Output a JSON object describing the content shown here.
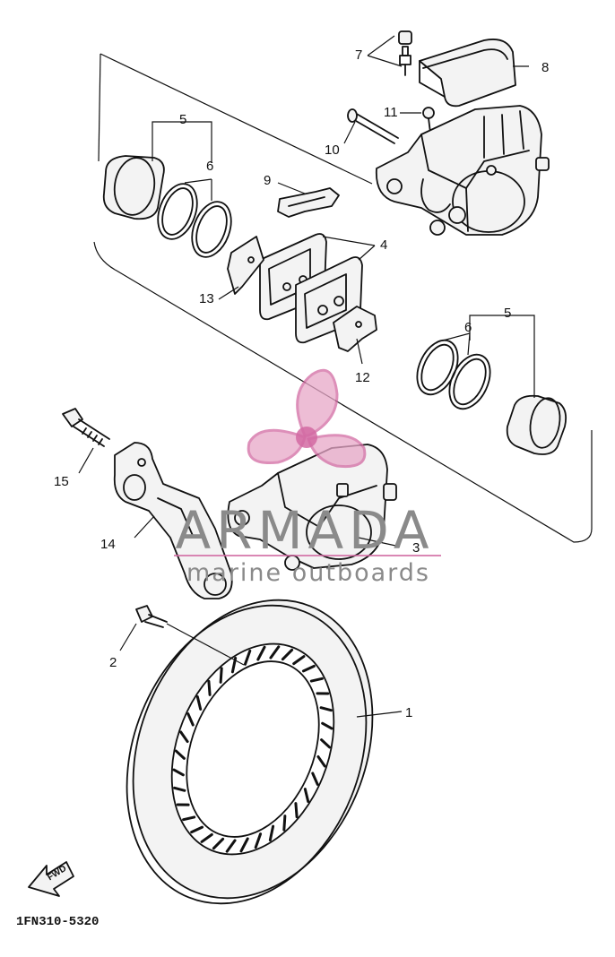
{
  "diagram": {
    "callouts": {
      "c1": "1",
      "c2": "2",
      "c3": "3",
      "c4": "4",
      "c5a": "5",
      "c5b": "5",
      "c6a": "6",
      "c6b": "6",
      "c7": "7",
      "c8": "8",
      "c9": "9",
      "c10": "10",
      "c11": "11",
      "c12": "12",
      "c13": "13",
      "c14": "14",
      "c15": "15"
    },
    "direction_label": "FWD",
    "diagram_code": "1FN310-5320"
  },
  "watermark": {
    "brand": "ARMADA",
    "tagline": "marine outboards",
    "colors": {
      "logo": "#e8a7c8",
      "text": "#8a8a8a"
    }
  }
}
